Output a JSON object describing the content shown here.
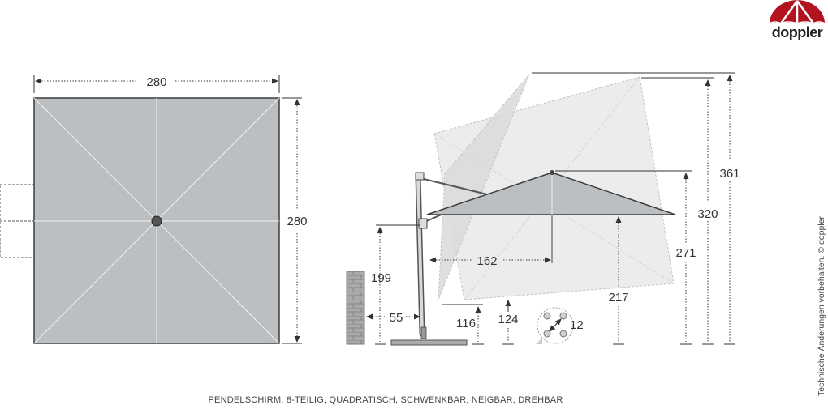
{
  "brand": {
    "logo_text": "doppler",
    "logo_colors": [
      "#b3121f",
      "#ffffff"
    ]
  },
  "caption": "PENDELSCHIRM, 8-TEILIG, QUADRATISCH, SCHWENKBAR, NEIGBAR, DREHBAR",
  "copyright": "Technische Änderungen vorbehalten. © doppler",
  "top_view": {
    "width_label": "280",
    "height_label": "280"
  },
  "side_view": {
    "distance_to_pole_label": "162",
    "wall_height_label": "199",
    "wall_distance_label": "55",
    "min_height_label": "116",
    "low_height_label": "124",
    "base_label": "12",
    "clearance_label": "217",
    "top_height_label": "271",
    "tilt_height_label": "320",
    "max_height_label": "361"
  },
  "colors": {
    "canopy": "#bcbfc1",
    "canopy_edge": "#3d3d3d",
    "ghost_canopy": "#ececec",
    "ghost_edge": "#bdbdbd",
    "dim_line": "#333333",
    "brick": "#a9a9a9"
  }
}
